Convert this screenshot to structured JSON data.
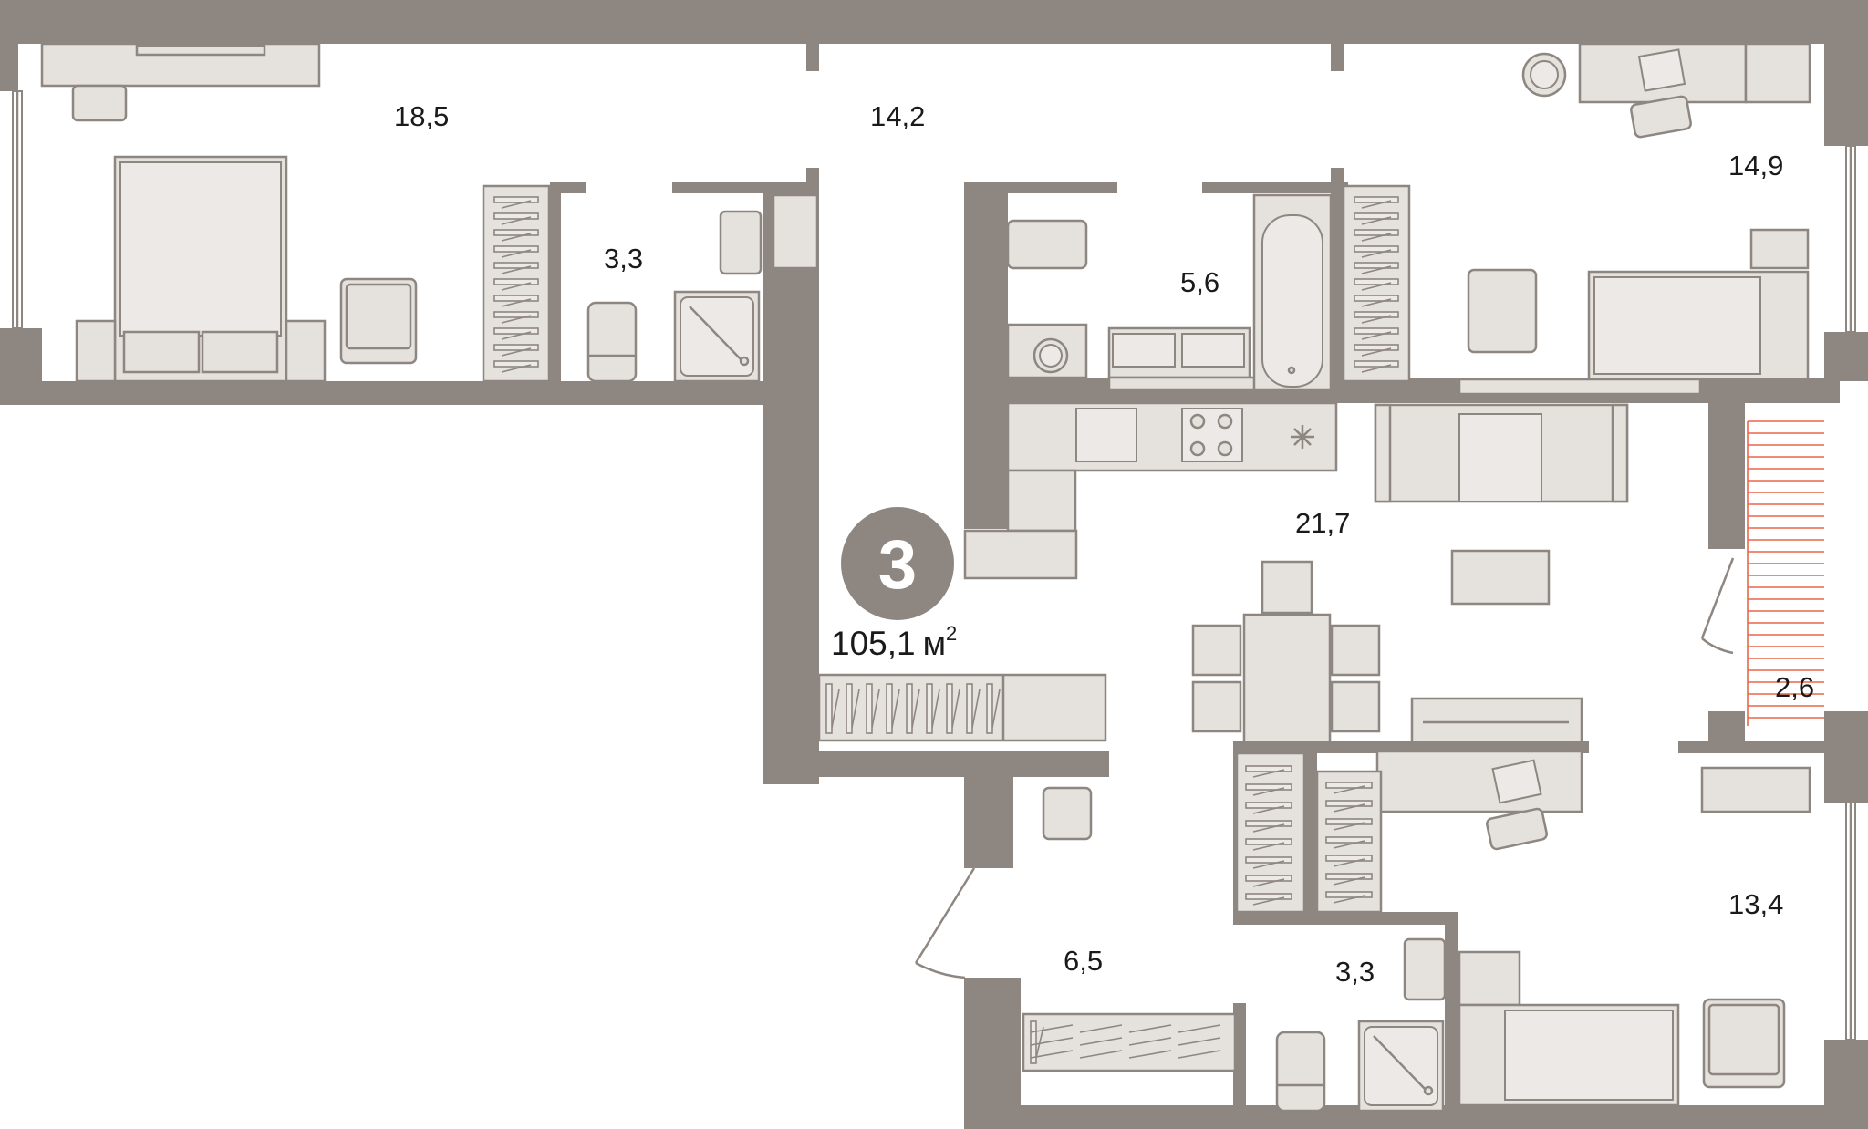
{
  "plan": {
    "room_count": "3",
    "total_area": "105,1",
    "area_unit": "м",
    "area_unit_power": "2",
    "rooms": [
      {
        "id": "bedroom-1",
        "area": "18,5"
      },
      {
        "id": "hall-top",
        "area": "14,2"
      },
      {
        "id": "bedroom-2",
        "area": "14,9"
      },
      {
        "id": "bathroom-1",
        "area": "3,3"
      },
      {
        "id": "bathroom-2",
        "area": "5,6"
      },
      {
        "id": "kitchen-living",
        "area": "21,7"
      },
      {
        "id": "balcony",
        "area": "2,6"
      },
      {
        "id": "bedroom-3",
        "area": "13,4"
      },
      {
        "id": "entrance-hall",
        "area": "6,5"
      },
      {
        "id": "bathroom-3",
        "area": "3,3"
      }
    ]
  },
  "colors": {
    "wall": "#8e8680",
    "furniture_fill": "#e5e1dd",
    "balcony_hatch": "#e8674a",
    "badge": "#8e8680"
  }
}
